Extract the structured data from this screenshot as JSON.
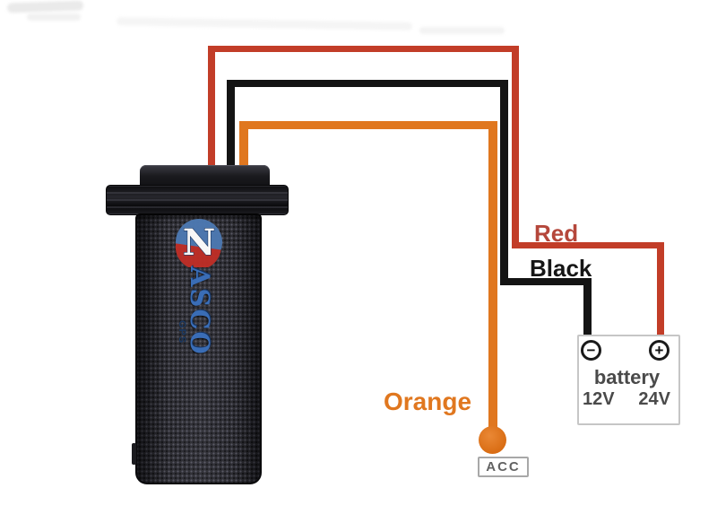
{
  "device": {
    "logo_initial": "N",
    "logo_text": "ASCO",
    "logo_subtext": "GPS"
  },
  "wires": [
    {
      "name": "red",
      "label": "Red",
      "color": "#c23d28",
      "connects_to": "battery positive terminal"
    },
    {
      "name": "black",
      "label": "Black",
      "color": "#141414",
      "connects_to": "battery negative terminal"
    },
    {
      "name": "orange",
      "label": "Orange",
      "color": "#e0771f",
      "connects_to": "ACC"
    }
  ],
  "acc": {
    "label": "ACC",
    "dot_color": "#e0771f"
  },
  "battery": {
    "label": "battery",
    "voltages": [
      "12V",
      "24V"
    ],
    "negative_symbol": "−",
    "positive_symbol": "+"
  }
}
